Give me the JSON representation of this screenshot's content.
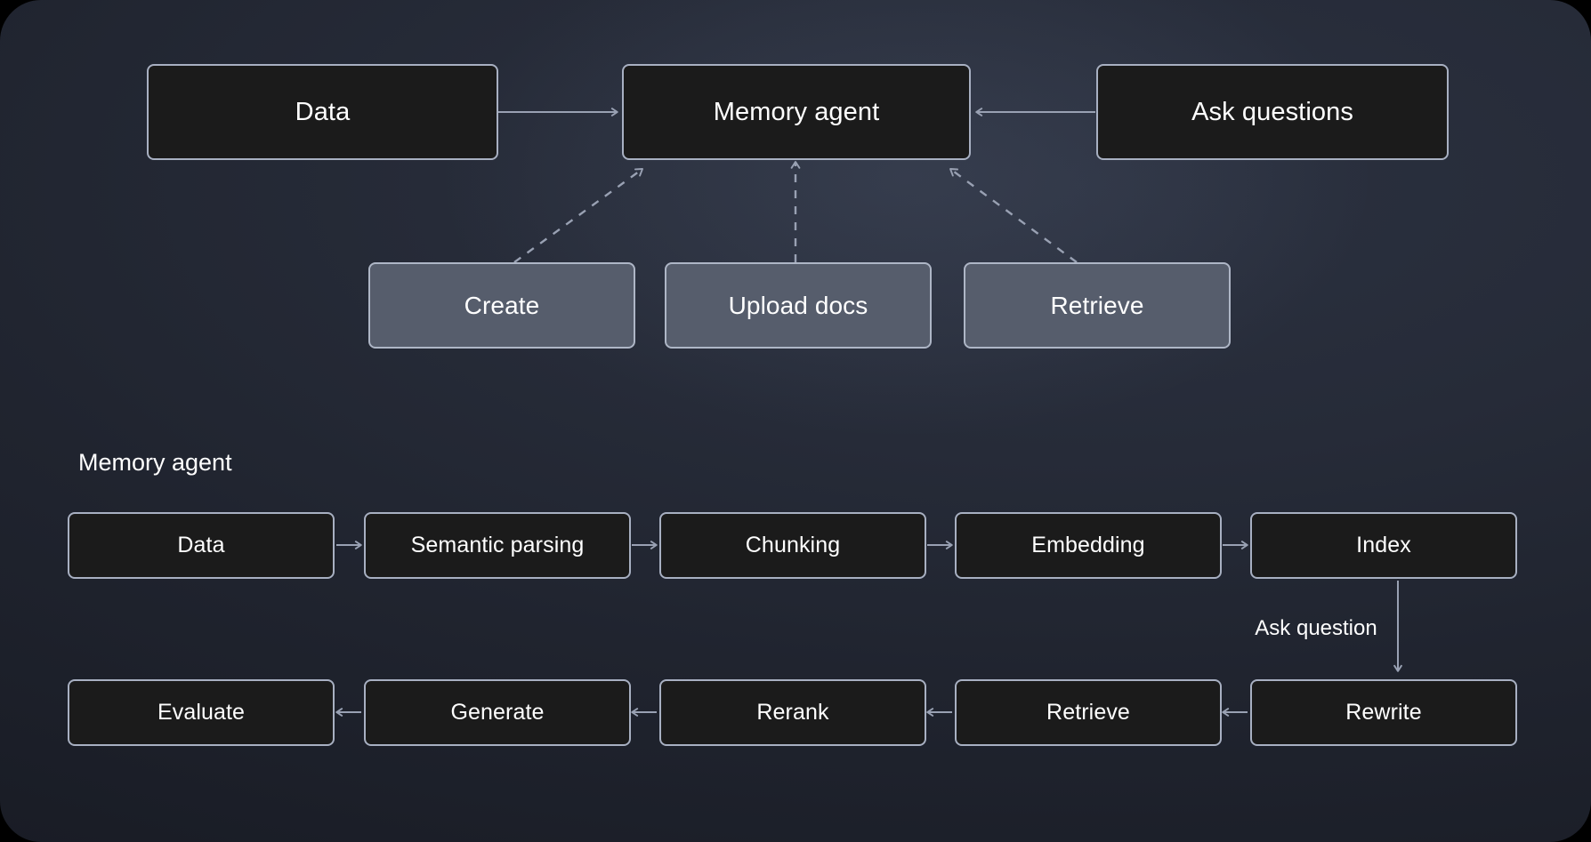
{
  "diagram": {
    "title_label": "Memory agent",
    "colors": {
      "background_dark": "#20242f",
      "node_fill_dark": "#1c1c1c",
      "node_fill_light": "#565d6c",
      "node_border": "#a8b0c2",
      "edge_stroke": "#99a1b3",
      "text": "#ffffff"
    },
    "top_section": {
      "nodes": [
        {
          "id": "data",
          "label": "Data"
        },
        {
          "id": "memory-agent",
          "label": "Memory agent"
        },
        {
          "id": "ask-questions",
          "label": "Ask questions"
        }
      ],
      "action_nodes": [
        {
          "id": "create",
          "label": "Create"
        },
        {
          "id": "upload-docs",
          "label": "Upload docs"
        },
        {
          "id": "retrieve",
          "label": "Retrieve"
        }
      ],
      "edges": [
        {
          "from": "data",
          "to": "memory-agent",
          "style": "solid"
        },
        {
          "from": "ask-questions",
          "to": "memory-agent",
          "style": "solid"
        },
        {
          "from": "create",
          "to": "memory-agent",
          "style": "dashed"
        },
        {
          "from": "upload-docs",
          "to": "memory-agent",
          "style": "dashed"
        },
        {
          "from": "retrieve",
          "to": "memory-agent",
          "style": "dashed"
        }
      ]
    },
    "pipeline_section": {
      "heading": "Memory agent",
      "row_one": [
        {
          "id": "p-data",
          "label": "Data"
        },
        {
          "id": "p-semantic-parsing",
          "label": "Semantic parsing"
        },
        {
          "id": "p-chunking",
          "label": "Chunking"
        },
        {
          "id": "p-embedding",
          "label": "Embedding"
        },
        {
          "id": "p-index",
          "label": "Index"
        }
      ],
      "row_two": [
        {
          "id": "p-evaluate",
          "label": "Evaluate"
        },
        {
          "id": "p-generate",
          "label": "Generate"
        },
        {
          "id": "p-rerank",
          "label": "Rerank"
        },
        {
          "id": "p-retrieve",
          "label": "Retrieve"
        },
        {
          "id": "p-rewrite",
          "label": "Rewrite"
        }
      ],
      "connector_label": "Ask question",
      "row_one_direction": "left-to-right",
      "row_two_direction": "right-to-left"
    }
  }
}
